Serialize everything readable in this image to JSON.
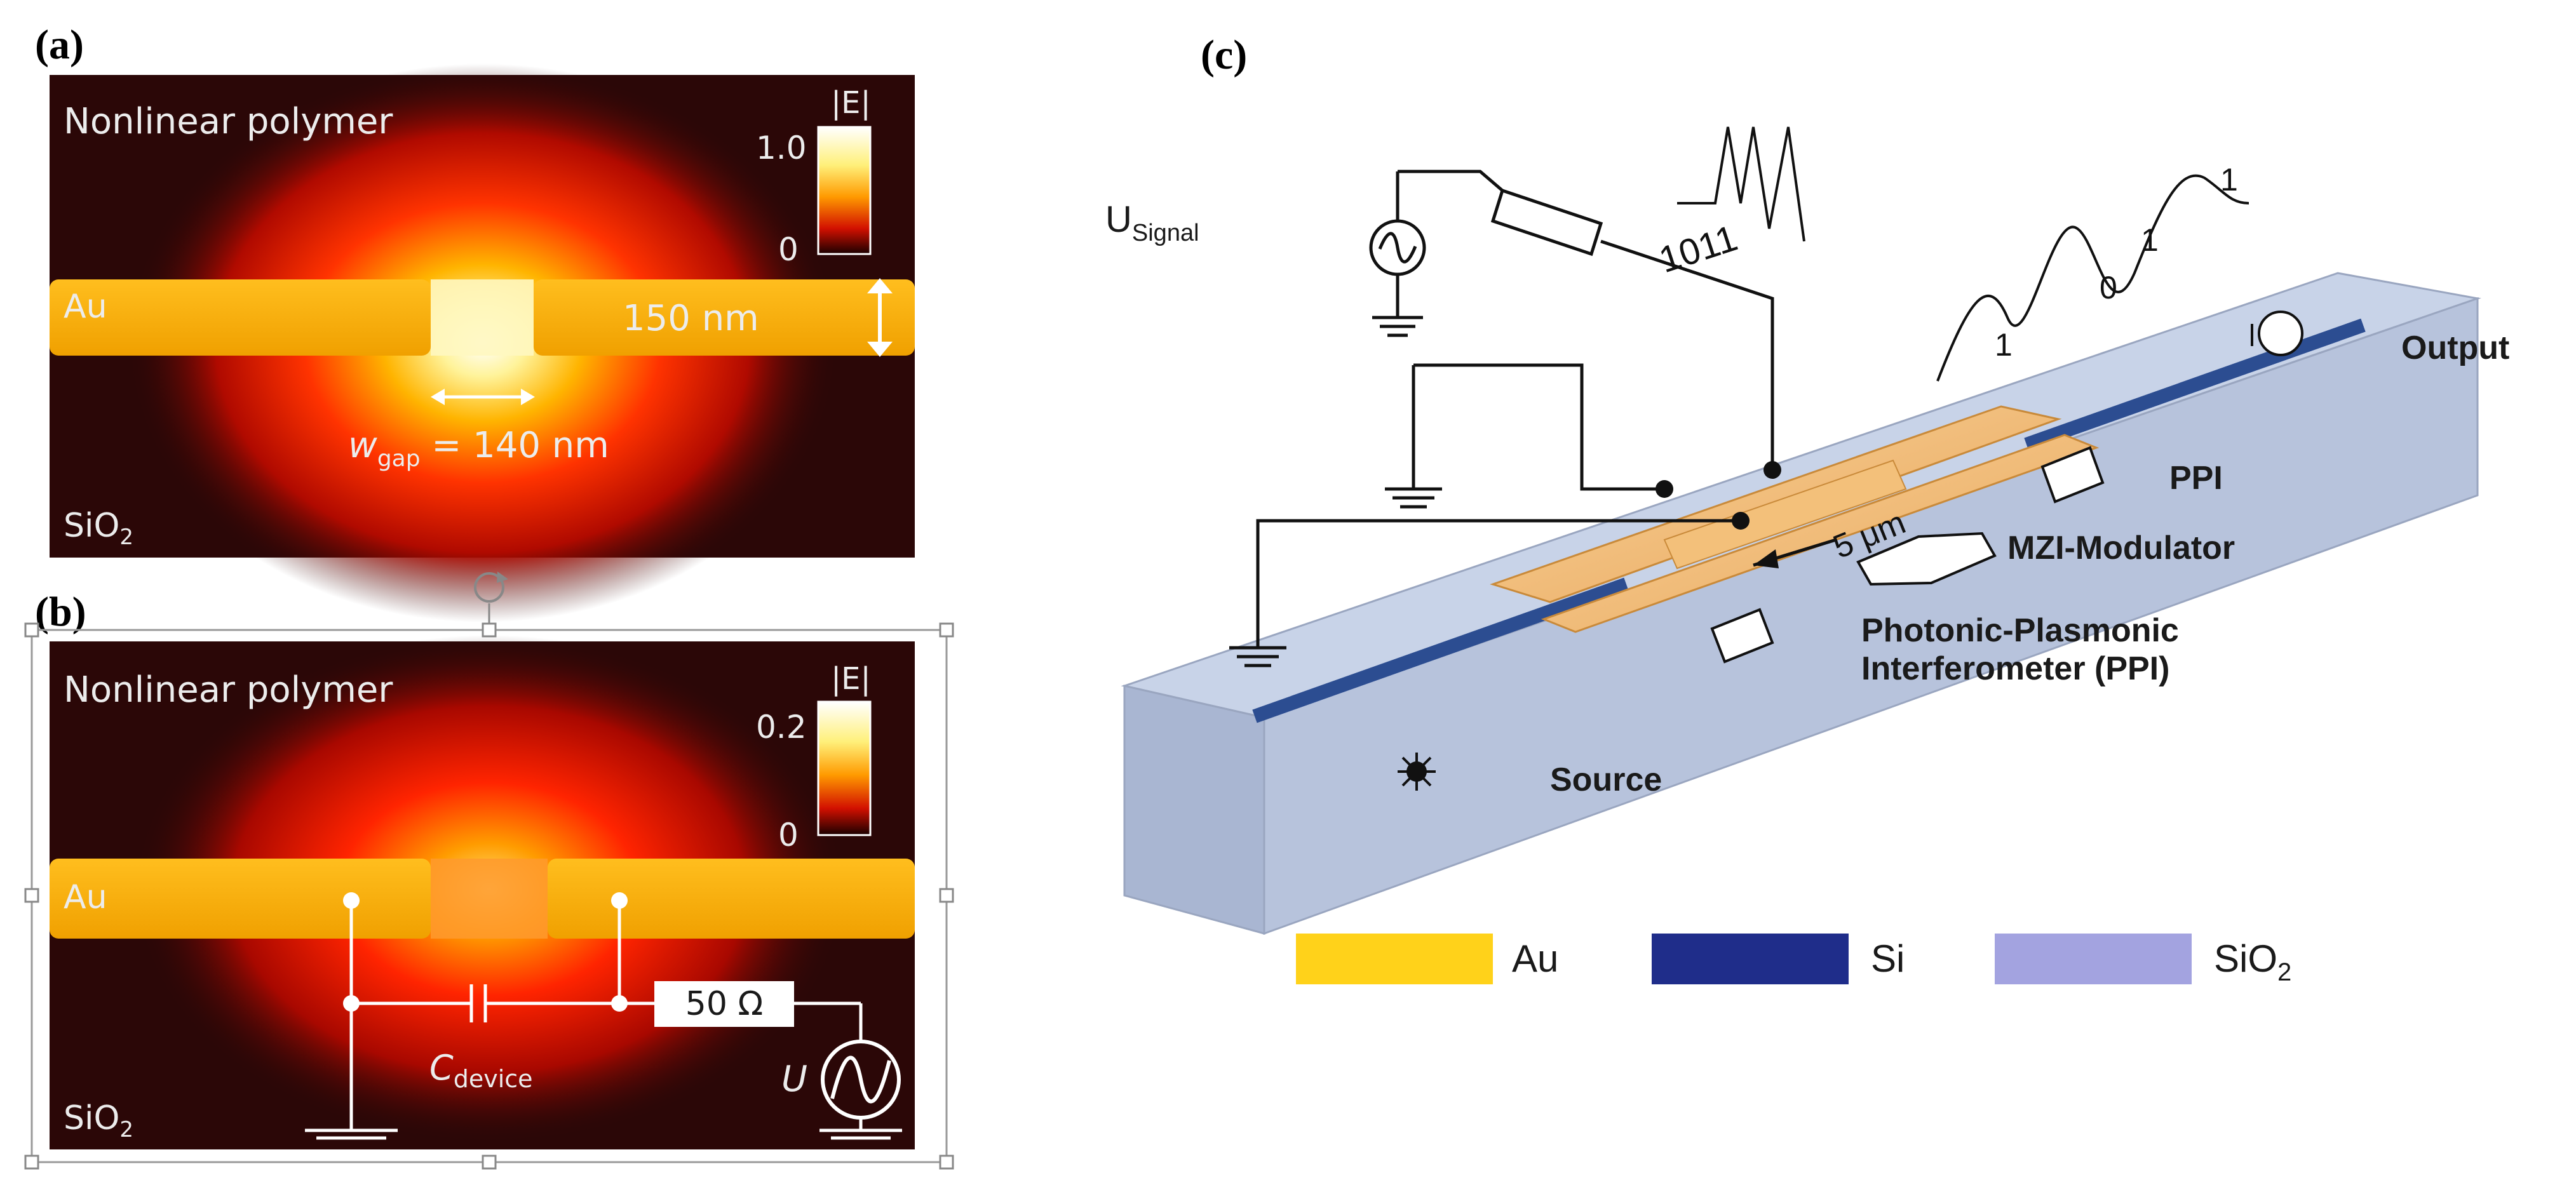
{
  "panel_a": {
    "label": "(a)",
    "medium": "Nonlinear polymer",
    "substrate_main": "SiO",
    "substrate_sub": "2",
    "metal": "Au",
    "field_label": "|E|",
    "scale_max": "1.0",
    "scale_min": "0",
    "thickness": "150 nm",
    "gap_prefix": "w",
    "gap_sub": "gap",
    "gap_value": " = 140 nm"
  },
  "panel_b": {
    "label": "(b)",
    "medium": "Nonlinear polymer",
    "substrate_main": "SiO",
    "substrate_sub": "2",
    "metal": "Au",
    "field_label": "|E|",
    "scale_max": "0.2",
    "scale_min": "0",
    "resistor": "50 Ω",
    "cap_main": "C",
    "cap_sub": "device",
    "source": "U"
  },
  "panel_c": {
    "label": "(c)",
    "signal_main": "U",
    "signal_sub": "Signal",
    "bits_input": "1011",
    "bits_output": [
      "1",
      "0",
      "1",
      "1"
    ],
    "length": "5 μm",
    "labels": {
      "output": "Output",
      "ppi": "PPI",
      "mzi": "MZI-Modulator",
      "ppi_full_1": "Photonic-Plasmonic",
      "ppi_full_2": "Interferometer (PPI)",
      "source": "Source"
    },
    "legend": [
      {
        "label": "Au",
        "color": "#ffd21a"
      },
      {
        "label": "Si",
        "color": "#1f2d8a"
      },
      {
        "label": "SiO2",
        "main": "SiO",
        "sub": "2",
        "color": "#a3a3e0"
      }
    ]
  },
  "colors": {
    "gold": "#f6b000",
    "panel_bg": "#2b0707",
    "glow": "#ff2a00",
    "waveguide": "#2c4d91",
    "chip_top": "#c8d3e8",
    "chip_side": "#a9b6d2"
  }
}
